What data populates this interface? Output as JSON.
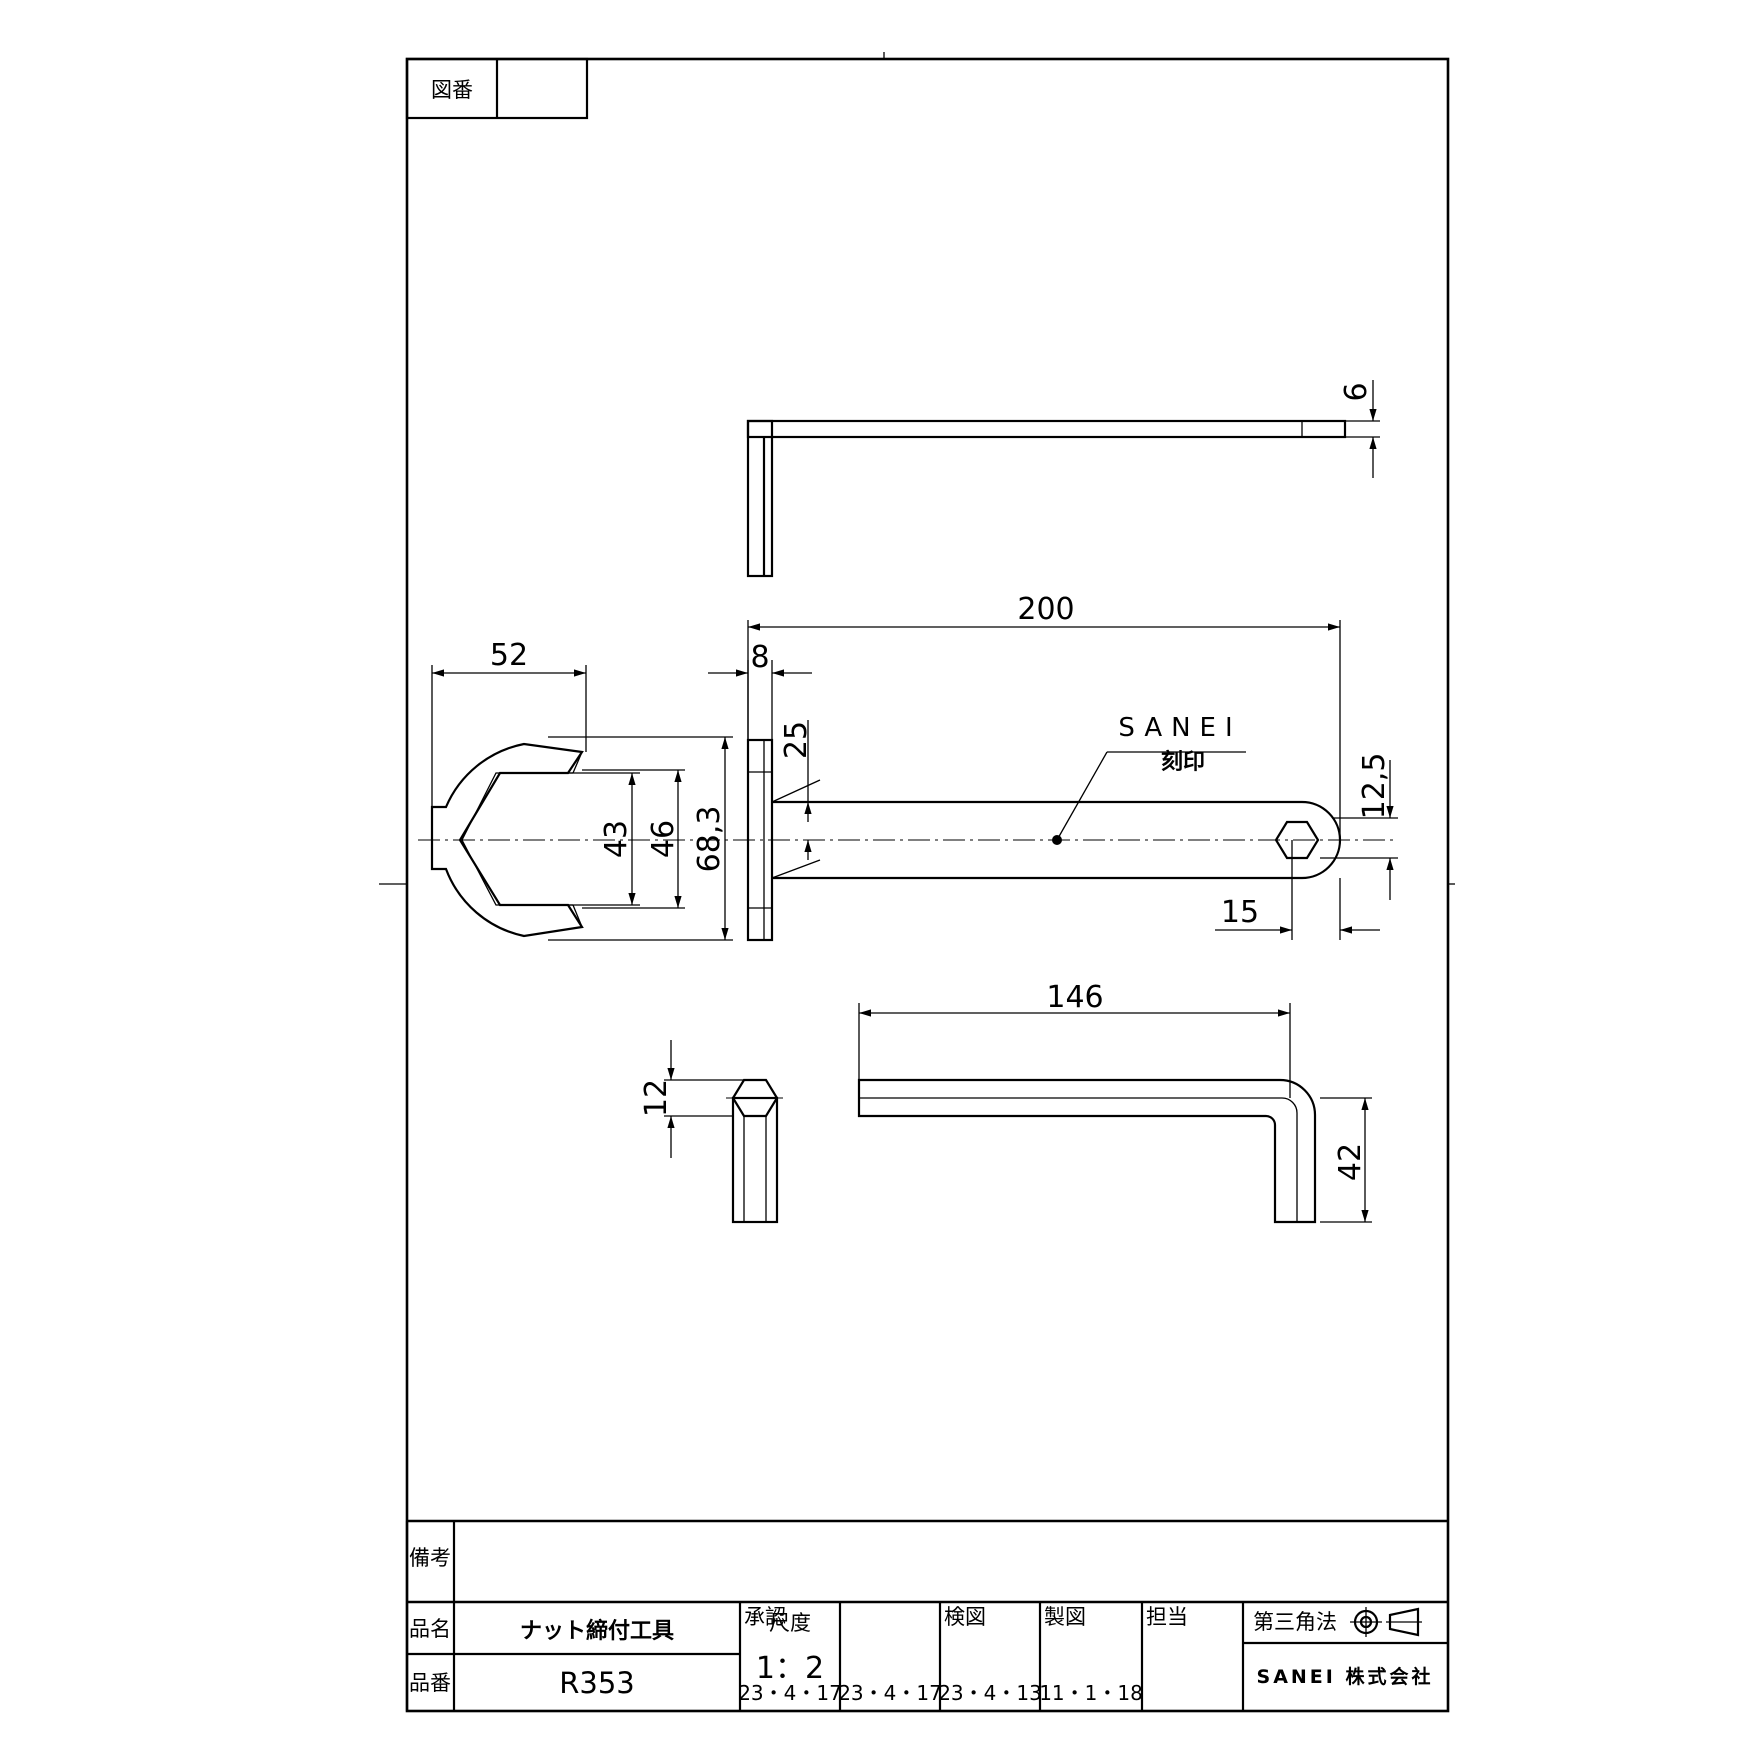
{
  "drawing_number_label": "図番",
  "drawing_number_value": "",
  "dimensions": {
    "thickness": "6",
    "overall_length": "200",
    "plate_thickness": "8",
    "jaw_width": "52",
    "tab_height": "25",
    "opening_inner": "43",
    "opening_outer": "46",
    "head_height": "68,3",
    "handle_width": "12,5",
    "hex_offset": "15",
    "hex_key_length": "146",
    "hex_size": "12",
    "hex_key_leg": "42"
  },
  "engraving": {
    "mark": "SANEI",
    "note": "刻印"
  },
  "title_block": {
    "remarks_label": "備考",
    "remarks_value": "",
    "name_label": "品名",
    "name_value": "ナット締付工具",
    "number_label": "品番",
    "number_value": "R353",
    "scale_label": "尺度",
    "scale_value": "1：2",
    "approved_label": "承認",
    "approved_date": "23・4・17",
    "checked_label": "検図",
    "checked_date": "23・4・17",
    "drawn_label": "製図",
    "drawn_date": "23・4・13",
    "charge_label": "担当",
    "charge_date": "11・1・18",
    "projection_label": "第三角法",
    "company": "SANEI 株式会社"
  }
}
